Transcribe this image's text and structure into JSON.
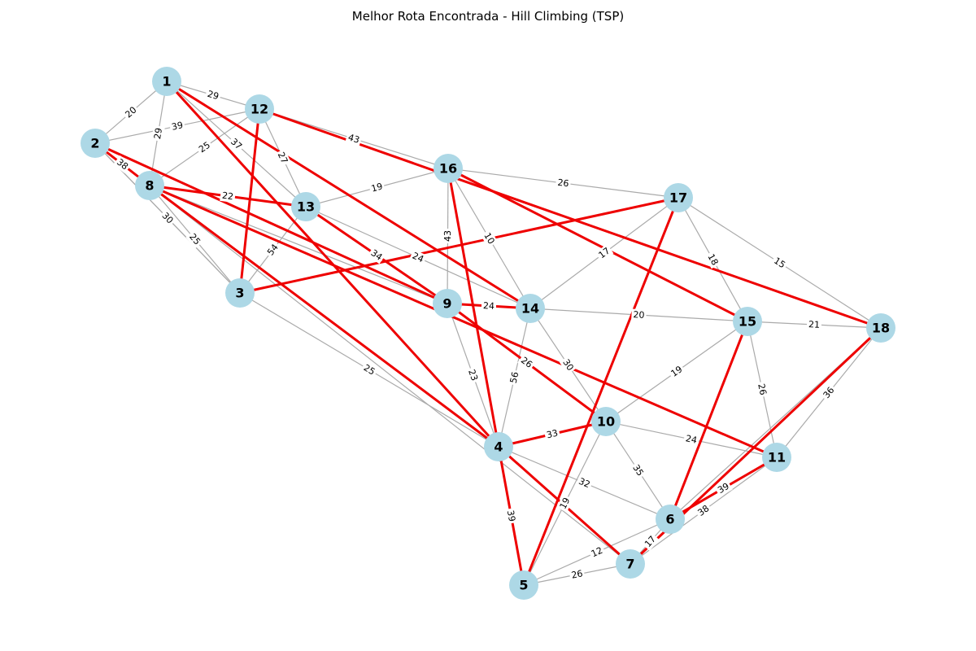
{
  "title": "Melhor Rota Encontrada - Hill Climbing (TSP)",
  "colors": {
    "node": "#add8e6",
    "edge": "#aaaaaa",
    "route": "#ee0000"
  },
  "nodes": [
    "1",
    "2",
    "3",
    "4",
    "5",
    "6",
    "7",
    "8",
    "9",
    "10",
    "11",
    "12",
    "13",
    "14",
    "15",
    "16",
    "17",
    "18"
  ],
  "edges": [
    {
      "from": "1",
      "to": "2",
      "weight": "20"
    },
    {
      "from": "1",
      "to": "12",
      "weight": "29"
    },
    {
      "from": "1",
      "to": "8",
      "weight": "29"
    },
    {
      "from": "1",
      "to": "13",
      "weight": "37"
    },
    {
      "from": "1",
      "to": "14",
      "weight": ""
    },
    {
      "from": "1",
      "to": "4",
      "weight": ""
    },
    {
      "from": "2",
      "to": "12",
      "weight": "39"
    },
    {
      "from": "2",
      "to": "8",
      "weight": "38"
    },
    {
      "from": "2",
      "to": "3",
      "weight": ""
    },
    {
      "from": "2",
      "to": "9",
      "weight": ""
    },
    {
      "from": "8",
      "to": "12",
      "weight": "25"
    },
    {
      "from": "8",
      "to": "13",
      "weight": "22"
    },
    {
      "from": "8",
      "to": "3",
      "weight": "25"
    },
    {
      "from": "8",
      "to": "9",
      "weight": ""
    },
    {
      "from": "8",
      "to": "11",
      "weight": ""
    },
    {
      "from": "8",
      "to": "7",
      "weight": ""
    },
    {
      "from": "2",
      "to": "3",
      "weight": "30"
    },
    {
      "from": "12",
      "to": "13",
      "weight": "27"
    },
    {
      "from": "12",
      "to": "16",
      "weight": "43"
    },
    {
      "from": "12",
      "to": "3",
      "weight": ""
    },
    {
      "from": "12",
      "to": "18",
      "weight": ""
    },
    {
      "from": "13",
      "to": "16",
      "weight": "19"
    },
    {
      "from": "13",
      "to": "3",
      "weight": "54"
    },
    {
      "from": "13",
      "to": "9",
      "weight": "34"
    },
    {
      "from": "13",
      "to": "14",
      "weight": "24"
    },
    {
      "from": "16",
      "to": "17",
      "weight": "26"
    },
    {
      "from": "16",
      "to": "9",
      "weight": "43"
    },
    {
      "from": "16",
      "to": "14",
      "weight": "10"
    },
    {
      "from": "16",
      "to": "4",
      "weight": ""
    },
    {
      "from": "16",
      "to": "15",
      "weight": ""
    },
    {
      "from": "17",
      "to": "14",
      "weight": "17"
    },
    {
      "from": "17",
      "to": "15",
      "weight": "18"
    },
    {
      "from": "17",
      "to": "18",
      "weight": "15"
    },
    {
      "from": "17",
      "to": "3",
      "weight": ""
    },
    {
      "from": "17",
      "to": "5",
      "weight": ""
    },
    {
      "from": "3",
      "to": "4",
      "weight": "25"
    },
    {
      "from": "9",
      "to": "14",
      "weight": "24"
    },
    {
      "from": "9",
      "to": "4",
      "weight": "23"
    },
    {
      "from": "9",
      "to": "10",
      "weight": "26"
    },
    {
      "from": "14",
      "to": "15",
      "weight": "20"
    },
    {
      "from": "14",
      "to": "4",
      "weight": "56"
    },
    {
      "from": "14",
      "to": "10",
      "weight": "30"
    },
    {
      "from": "15",
      "to": "18",
      "weight": "21"
    },
    {
      "from": "15",
      "to": "10",
      "weight": "19"
    },
    {
      "from": "15",
      "to": "11",
      "weight": "26"
    },
    {
      "from": "15",
      "to": "6",
      "weight": ""
    },
    {
      "from": "18",
      "to": "11",
      "weight": "36"
    },
    {
      "from": "18",
      "to": "6",
      "weight": ""
    },
    {
      "from": "10",
      "to": "4",
      "weight": "33"
    },
    {
      "from": "10",
      "to": "11",
      "weight": "24"
    },
    {
      "from": "10",
      "to": "6",
      "weight": "35"
    },
    {
      "from": "10",
      "to": "5",
      "weight": "19"
    },
    {
      "from": "4",
      "to": "6",
      "weight": "32"
    },
    {
      "from": "4",
      "to": "5",
      "weight": "39"
    },
    {
      "from": "4",
      "to": "7",
      "weight": ""
    },
    {
      "from": "11",
      "to": "6",
      "weight": "39"
    },
    {
      "from": "11",
      "to": "7",
      "weight": "38"
    },
    {
      "from": "6",
      "to": "7",
      "weight": "17"
    },
    {
      "from": "6",
      "to": "5",
      "weight": "12"
    },
    {
      "from": "5",
      "to": "7",
      "weight": "26"
    }
  ],
  "route": [
    [
      "1",
      "14"
    ],
    [
      "14",
      "9"
    ],
    [
      "9",
      "13"
    ],
    [
      "13",
      "8"
    ],
    [
      "8",
      "4"
    ],
    [
      "4",
      "10"
    ],
    [
      "10",
      "9"
    ],
    [
      "9",
      "2"
    ],
    [
      "2",
      "8"
    ],
    [
      "8",
      "11"
    ],
    [
      "11",
      "6"
    ],
    [
      "6",
      "15"
    ],
    [
      "15",
      "16"
    ],
    [
      "16",
      "4"
    ],
    [
      "4",
      "5"
    ],
    [
      "5",
      "17"
    ],
    [
      "17",
      "3"
    ],
    [
      "3",
      "12"
    ],
    [
      "12",
      "18"
    ],
    [
      "18",
      "7"
    ],
    [
      "7",
      "4"
    ],
    [
      "4",
      "1"
    ]
  ]
}
